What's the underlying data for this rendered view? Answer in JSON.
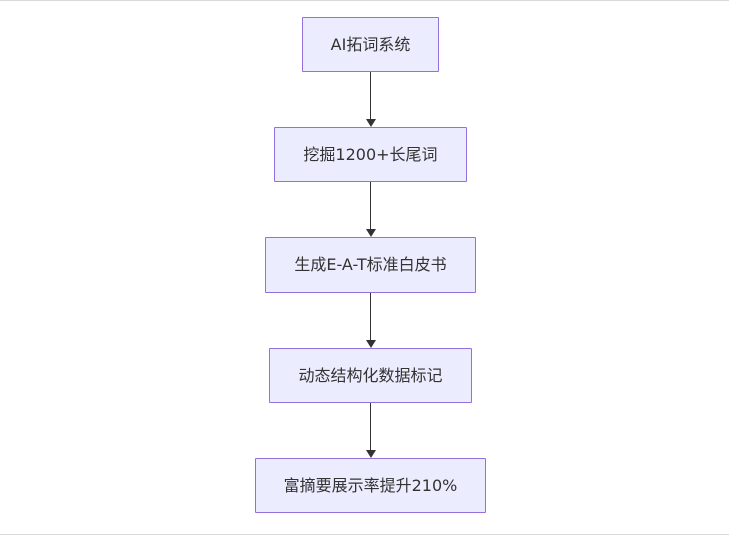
{
  "diagram": {
    "type": "flowchart",
    "direction": "top-down",
    "nodes": [
      {
        "id": "n1",
        "label": "AI拓词系统"
      },
      {
        "id": "n2",
        "label": "挖掘1200+长尾词"
      },
      {
        "id": "n3",
        "label": "生成E-A-T标准白皮书"
      },
      {
        "id": "n4",
        "label": "动态结构化数据标记"
      },
      {
        "id": "n5",
        "label": "富摘要展示率提升210%"
      }
    ],
    "edges": [
      {
        "from": "n1",
        "to": "n2"
      },
      {
        "from": "n2",
        "to": "n3"
      },
      {
        "from": "n3",
        "to": "n4"
      },
      {
        "from": "n4",
        "to": "n5"
      }
    ],
    "colors": {
      "node_fill": "#ececff",
      "node_border": "#9370db",
      "edge_color": "#333333",
      "text_color": "#333333",
      "background": "#ffffff",
      "frame_border": "#d9d9d9"
    }
  }
}
